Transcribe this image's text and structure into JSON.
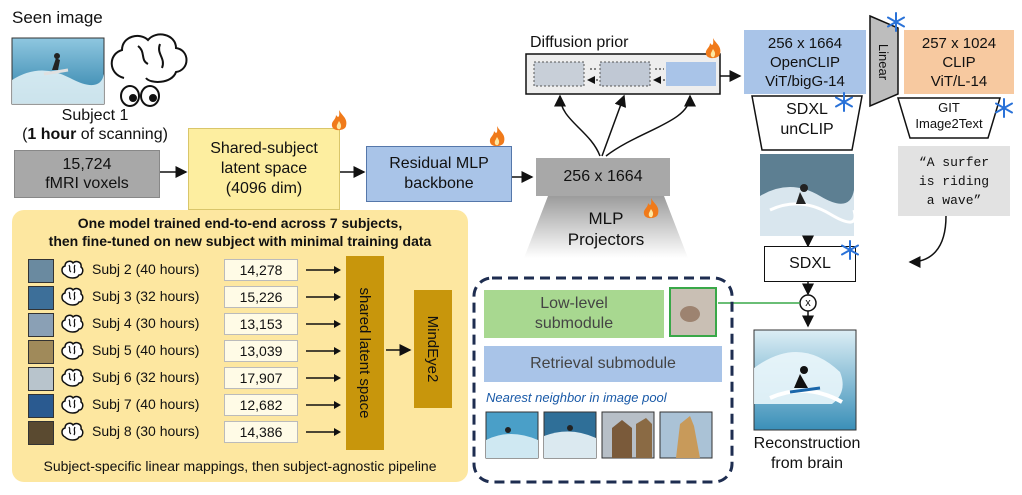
{
  "seen_image_label": "Seen image",
  "subject1": {
    "line1": "Subject 1",
    "line2_bold": "1 hour",
    "line2_rest": "of scanning",
    "line2_open": "(",
    "line2_close": ")"
  },
  "fmri_box": {
    "line1": "15,724",
    "line2": "fMRI voxels"
  },
  "shared_latent": {
    "line1": "Shared-subject",
    "line2": "latent space",
    "line3": "(4096 dim)"
  },
  "residual_mlp": {
    "line1": "Residual MLP",
    "line2": "backbone"
  },
  "dim_box": "256 x 1664",
  "mlp_projectors": {
    "line1": "MLP",
    "line2": "Projectors"
  },
  "diffusion_prior": "Diffusion prior",
  "openclip": {
    "line1": "256 x 1664",
    "line2": "OpenCLIP",
    "line3": "ViT/bigG-14"
  },
  "linear_label": "Linear",
  "clip": {
    "line1": "257 x 1024",
    "line2": "CLIP",
    "line3": "ViT/L-14"
  },
  "sdxl_unclip": {
    "line1": "SDXL",
    "line2": "unCLIP"
  },
  "git": {
    "line1": "GIT",
    "line2": "Image2Text"
  },
  "caption": {
    "line1": "“A surfer",
    "line2": "is riding",
    "line3": "a wave”"
  },
  "sdxl": "SDXL",
  "multiply_symbol": "x",
  "low_level": {
    "line1": "Low-level",
    "line2": "submodule"
  },
  "retrieval": "Retrieval submodule",
  "nearest_neighbor": "Nearest neighbor in image pool",
  "reconstruction": {
    "line1": "Reconstruction",
    "line2": "from brain"
  },
  "training_panel": {
    "title1": "One model trained end-to-end across 7 subjects,",
    "title2": "then fine-tuned on new subject with minimal training data",
    "footer": "Subject-specific linear mappings, then subject-agnostic pipeline",
    "shared_latent_vertical": "shared latent space",
    "mindeye2": "MindEye2",
    "subjects": [
      {
        "label": "Subj 2 (40 hours)",
        "value": "14,278"
      },
      {
        "label": "Subj 3 (32 hours)",
        "value": "15,226"
      },
      {
        "label": "Subj 4 (30 hours)",
        "value": "13,153"
      },
      {
        "label": "Subj 5 (40 hours)",
        "value": "13,039"
      },
      {
        "label": "Subj 6 (32 hours)",
        "value": "17,907"
      },
      {
        "label": "Subj 7 (40 hours)",
        "value": "12,682"
      },
      {
        "label": "Subj 8 (30 hours)",
        "value": "14,386"
      }
    ]
  },
  "colors": {
    "yellow": "#fdeea0",
    "panel_yellow": "#fde7a0",
    "gray": "#a8a8a8",
    "blue": "#a9c4e8",
    "orange": "#f7c9a0",
    "green": "#a8d890",
    "mustard": "#c8960c",
    "navy": "#1e2d50",
    "flame": "#f07a1a",
    "snow": "#2a72d8"
  }
}
